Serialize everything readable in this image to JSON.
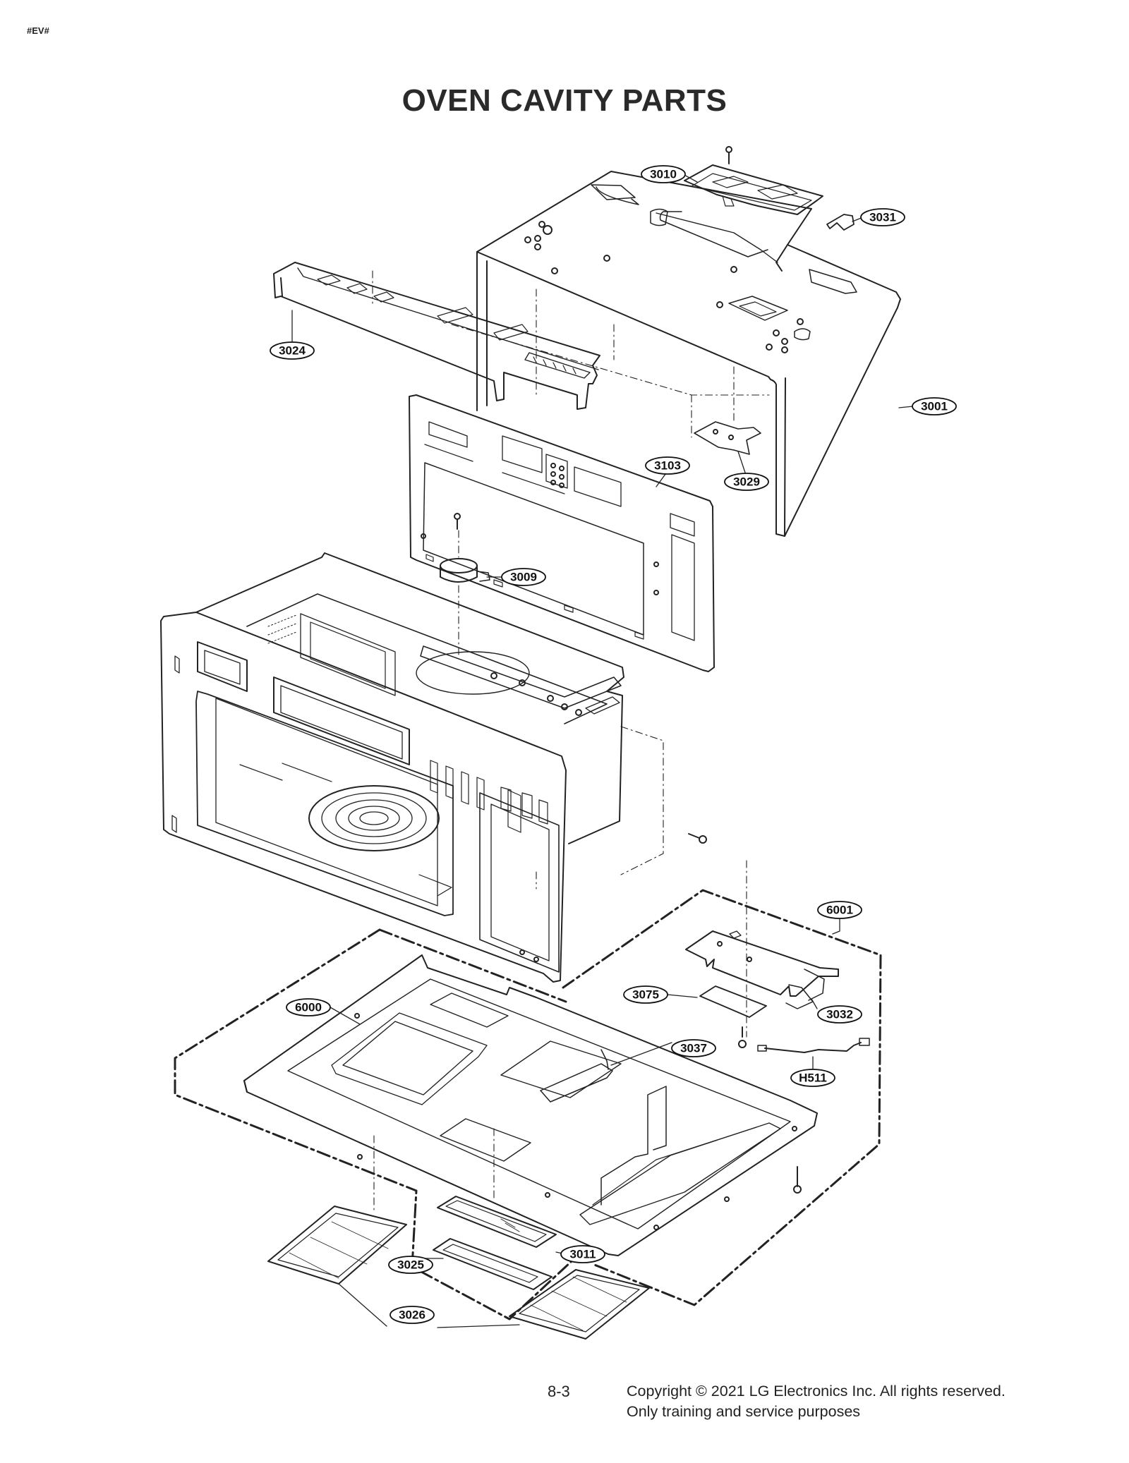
{
  "header": {
    "doc_code": "#EV#"
  },
  "page_title": "OVEN CAVITY PARTS",
  "callouts": {
    "3010": "3010",
    "3031": "3031",
    "3024": "3024",
    "3001": "3001",
    "3103": "3103",
    "3029": "3029",
    "3009": "3009",
    "6001": "6001",
    "3075": "3075",
    "3032": "3032",
    "6000": "6000",
    "3037": "3037",
    "H511": "H511",
    "3011": "3011",
    "3025": "3025",
    "3026": "3026"
  },
  "footer": {
    "page_number": "8-3",
    "copyright_line1": "Copyright © 2021 LG Electronics Inc. All rights reserved.",
    "copyright_line2": "Only training and service purposes"
  }
}
